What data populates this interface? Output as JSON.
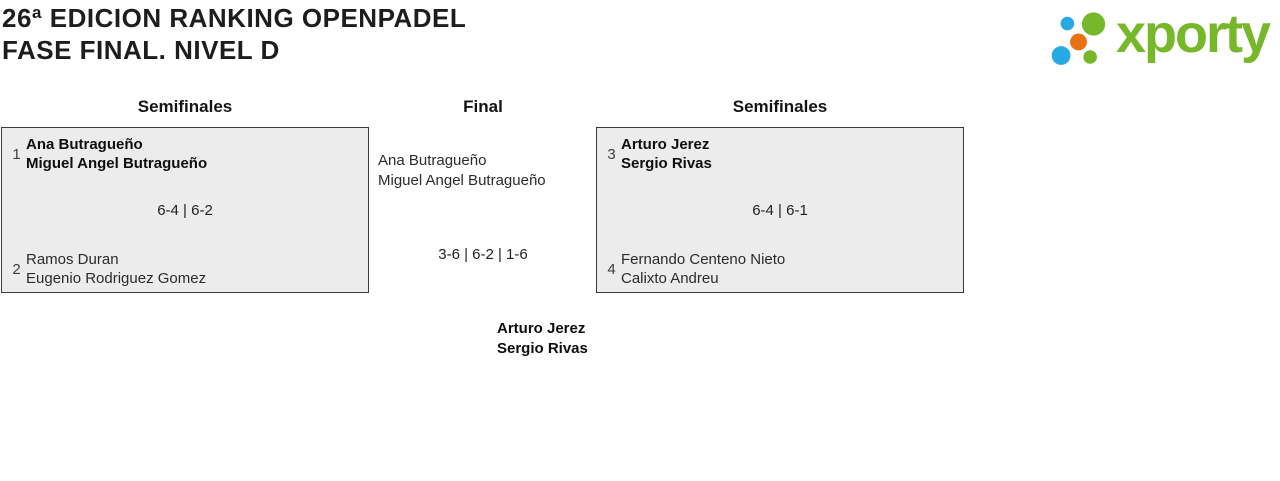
{
  "title": {
    "line1": "26ª EDICION RANKING OPENPADEL",
    "line2": "FASE FINAL. NIVEL D"
  },
  "logo": {
    "wordmark": "xporty",
    "colors": {
      "green": "#76b82a",
      "blue": "#29a9e1",
      "orange": "#e87211"
    }
  },
  "bracket": {
    "rounds": {
      "left": "Semifinales",
      "center": "Final",
      "right": "Semifinales"
    },
    "semifinal_1": {
      "team_1": {
        "seed": "1",
        "players": [
          "Ana Butragueño",
          "Miguel Angel Butragueño"
        ],
        "winner": true
      },
      "score": "6-4 | 6-2",
      "team_2": {
        "seed": "2",
        "players": [
          "Ramos Duran",
          "Eugenio Rodriguez Gomez"
        ],
        "winner": false
      }
    },
    "final": {
      "team_1": {
        "players": [
          "Ana Butragueño",
          "Miguel Angel Butragueño"
        ],
        "winner": false
      },
      "score": "3-6 | 6-2 | 1-6",
      "winner": {
        "players": [
          "Arturo Jerez",
          "Sergio Rivas"
        ]
      }
    },
    "semifinal_2": {
      "team_1": {
        "seed": "3",
        "players": [
          "Arturo Jerez",
          "Sergio Rivas"
        ],
        "winner": true
      },
      "score": "6-4 | 6-1",
      "team_2": {
        "seed": "4",
        "players": [
          "Fernando Centeno Nieto",
          "Calixto Andreu"
        ],
        "winner": false
      }
    }
  }
}
